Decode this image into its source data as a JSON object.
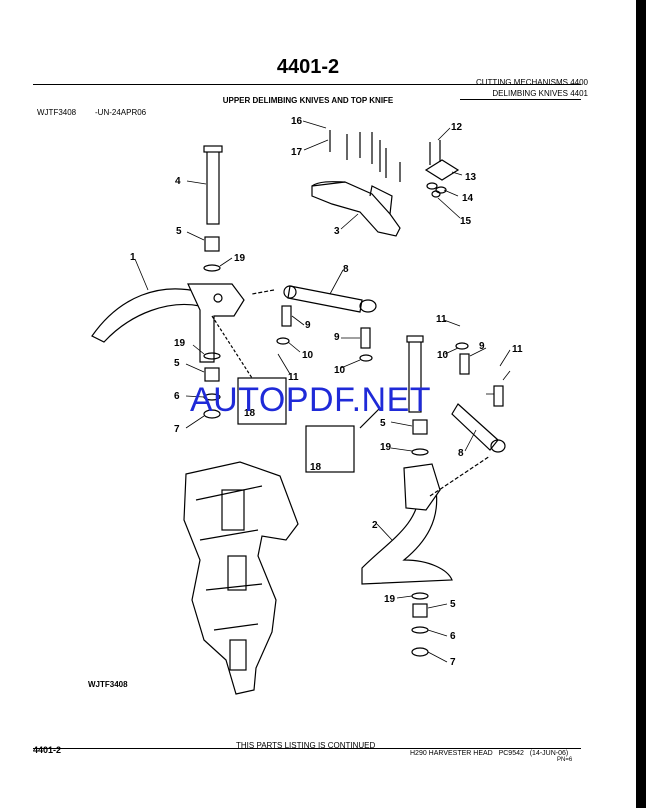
{
  "header": {
    "page_number": "4401-2",
    "section": "CUTTING MECHANISMS 4400",
    "group": "DELIMBING KNIVES 4401",
    "heading": "UPPER DELIMBING KNIVES AND TOP KNIFE",
    "image_code": "WJTF3408",
    "image_date": "-UN-24APR06"
  },
  "diagram": {
    "figure_label": "WJTF3408",
    "callouts": [
      "16",
      "17",
      "12",
      "13",
      "14",
      "15",
      "3",
      "4",
      "5",
      "19",
      "1",
      "8",
      "9",
      "10",
      "11",
      "19",
      "5",
      "6",
      "18",
      "7",
      "11",
      "10",
      "9",
      "11",
      "10",
      "9",
      "5",
      "19",
      "18",
      "8",
      "2",
      "19",
      "5",
      "6",
      "7"
    ]
  },
  "watermark": "AUTOPDF.NET",
  "footer": {
    "page_number": "4401-2",
    "continued_note": "THIS PARTS LISTING IS CONTINUED",
    "product": "H290 HARVESTER HEAD",
    "catalog": "PC9542",
    "date": "(14-JUN-06)",
    "pn": "PN=6"
  }
}
